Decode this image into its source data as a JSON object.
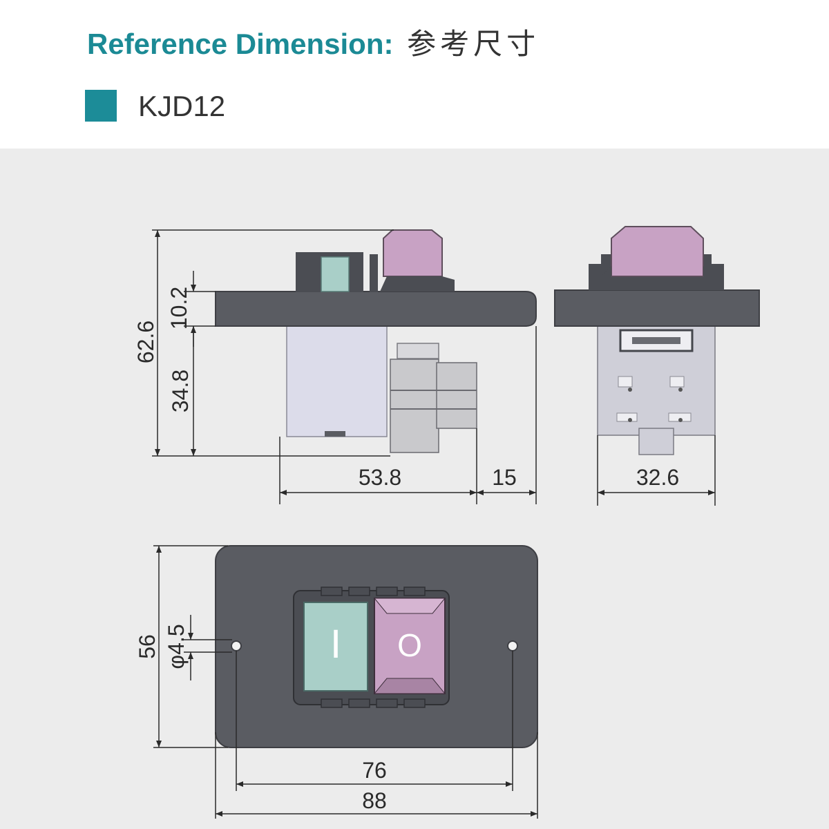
{
  "header": {
    "title": "Reference Dimension:",
    "title_cn": "参考尺寸",
    "model": "KJD12"
  },
  "colors": {
    "accent": "#1b8a95",
    "housing": "#5a5c62",
    "start_button": "#a9cfc8",
    "stop_button": "#c8a2c4",
    "body": "#dcdcea",
    "connector": "#c9c9cc",
    "background": "#ececec"
  },
  "dimensions": {
    "side_total_height": "62.6",
    "flange_thickness": "10.2",
    "body_height": "34.8",
    "body_width": "53.8",
    "connector_depth": "15",
    "end_width": "32.6",
    "front_height": "56",
    "hole_diameter": "φ4.5",
    "hole_spacing": "76",
    "front_width": "88"
  },
  "buttons": {
    "start_symbol": "I",
    "stop_symbol": "O"
  }
}
